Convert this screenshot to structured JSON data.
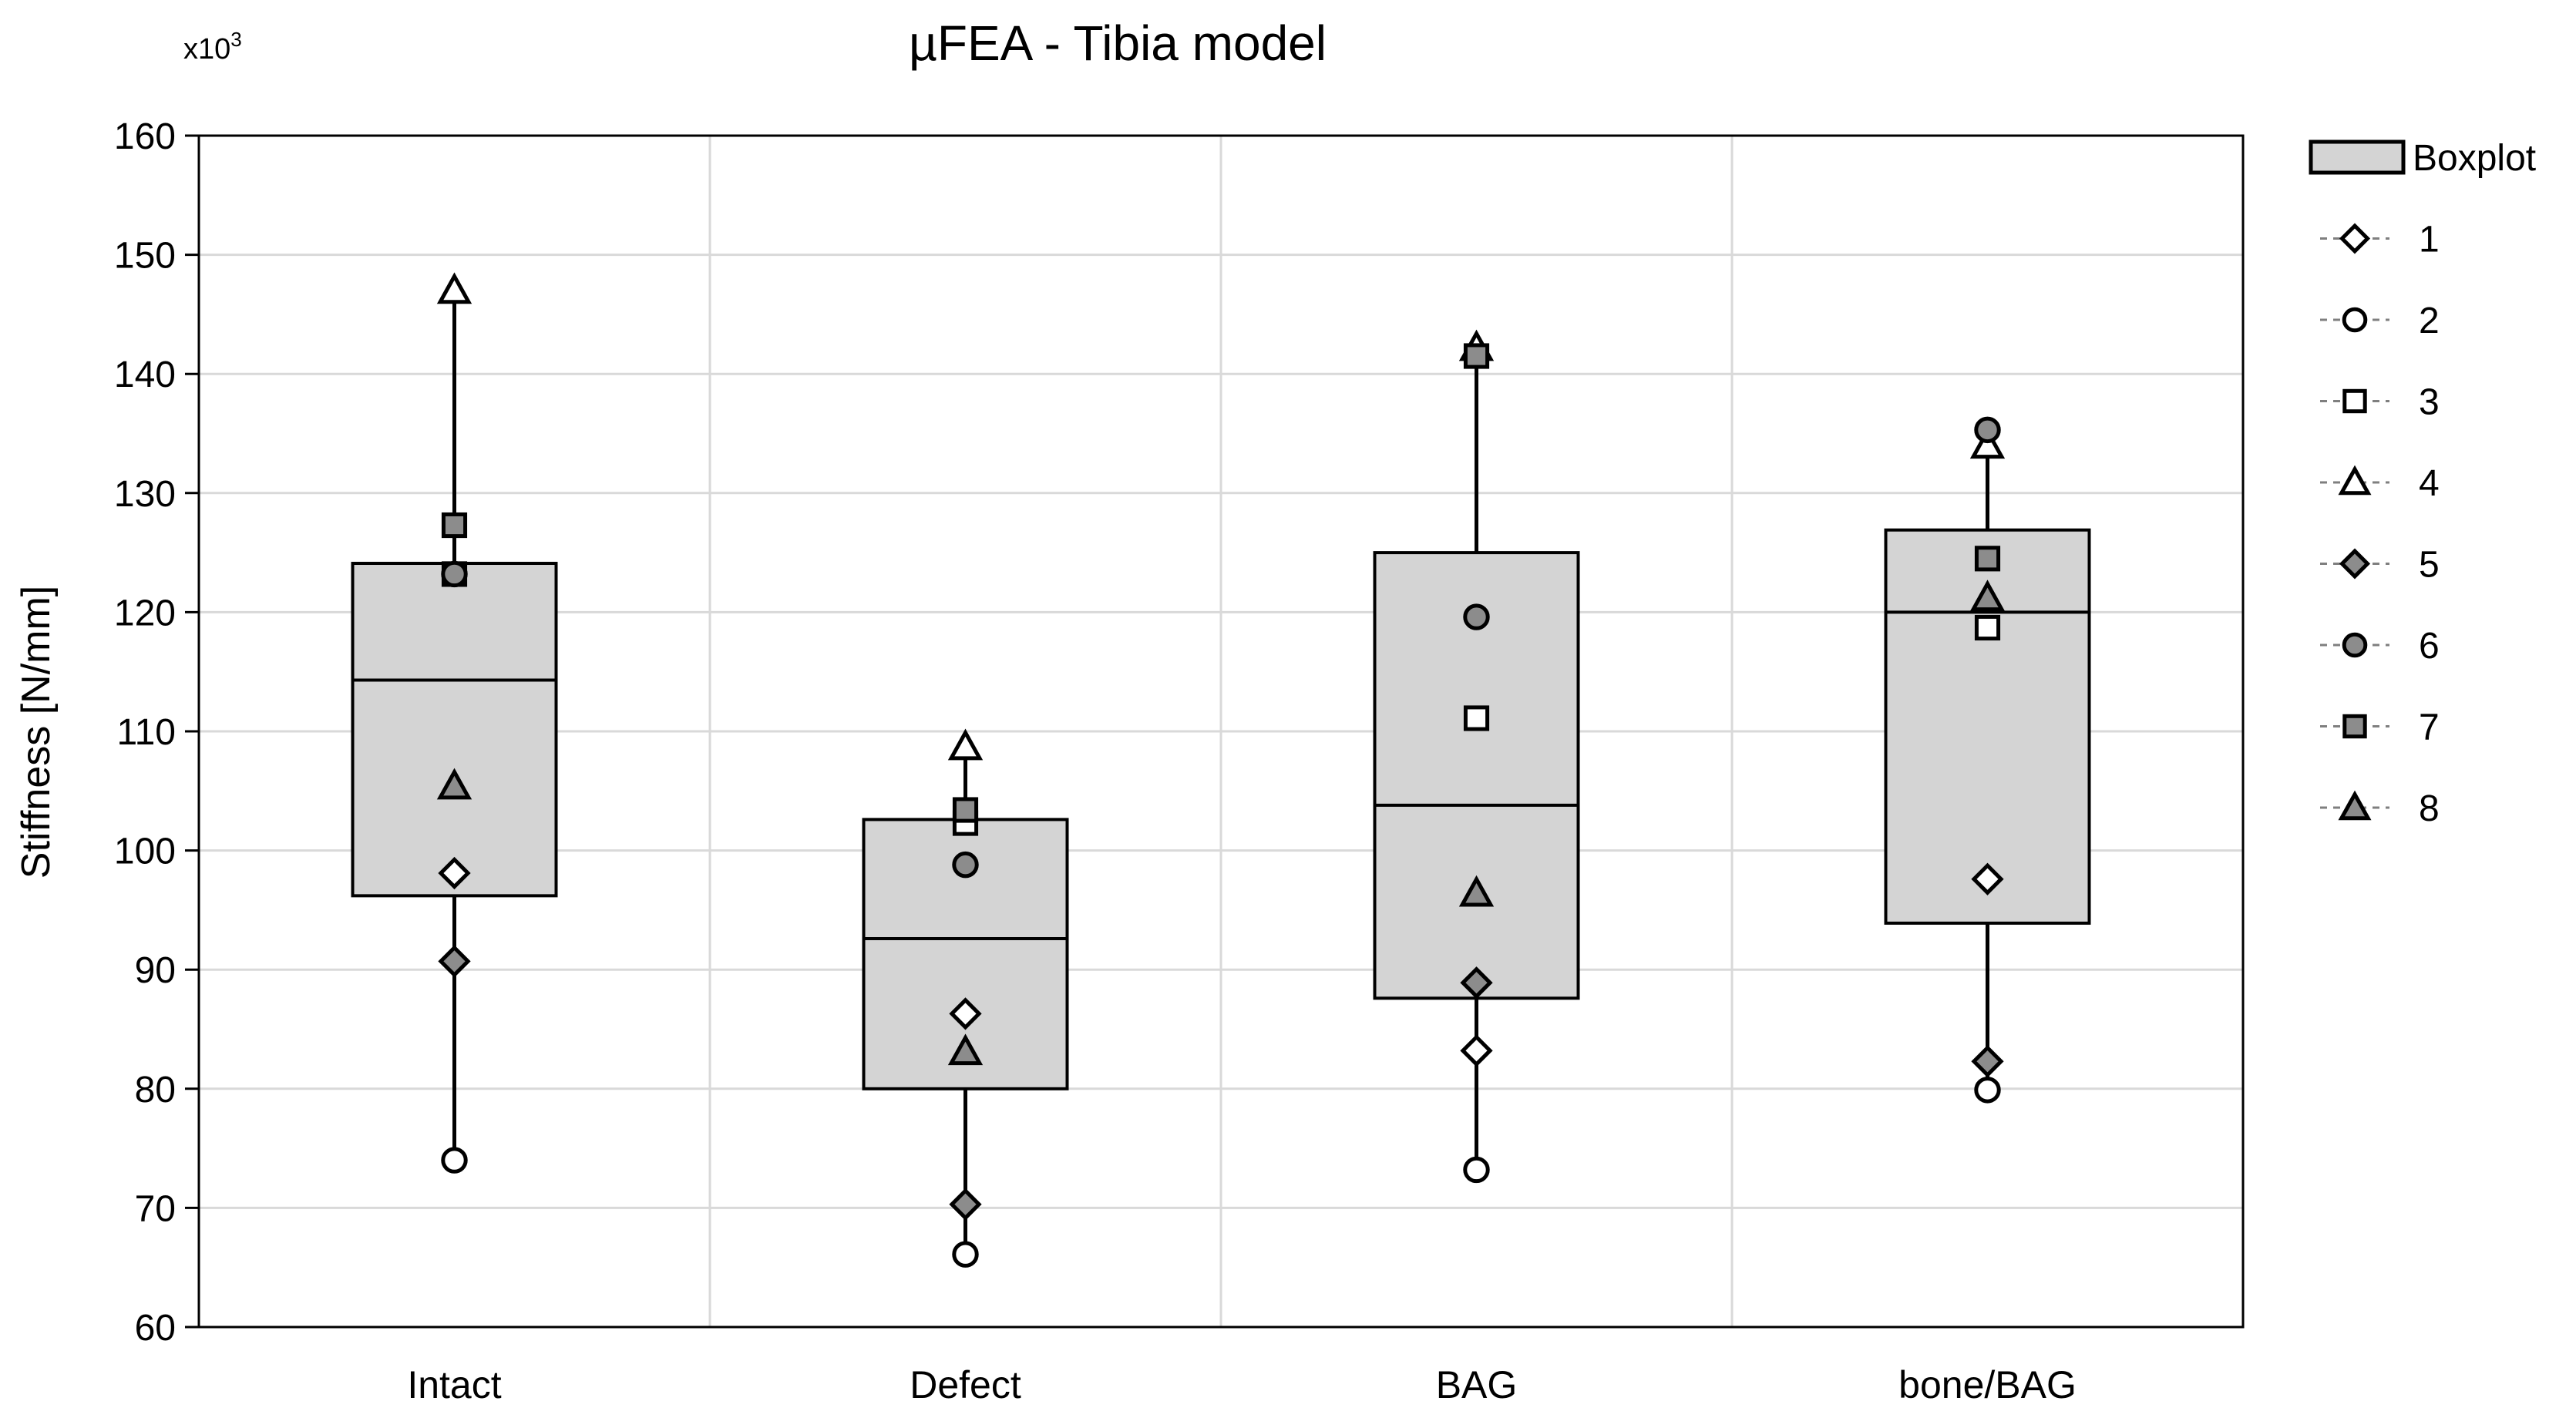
{
  "chart_data": {
    "type": "box",
    "title": "µFEA - Tibia model",
    "exponent_label": "x10",
    "exponent_power": "3",
    "ylabel": "Stiffness [N/mm]",
    "xlabel": "",
    "ylim": [
      60,
      160
    ],
    "yticks": [
      60,
      70,
      80,
      90,
      100,
      110,
      120,
      130,
      140,
      150,
      160
    ],
    "grid": true,
    "legend_position": "right",
    "categories": [
      "Intact",
      "Defect",
      "BAG",
      "bone/BAG"
    ],
    "boxplot_name": "Boxplot",
    "boxes": [
      {
        "whisker_low": 74.0,
        "q1": 96.2,
        "median": 114.3,
        "q3": 124.1,
        "whisker_high": 147.0
      },
      {
        "whisker_low": 66.1,
        "q1": 80.0,
        "median": 92.6,
        "q3": 102.6,
        "whisker_high": 108.7
      },
      {
        "whisker_low": 73.2,
        "q1": 87.6,
        "median": 103.8,
        "q3": 125.0,
        "whisker_high": 142.2
      },
      {
        "whisker_low": 79.9,
        "q1": 93.9,
        "median": 120.0,
        "q3": 126.9,
        "whisker_high": 135.3
      }
    ],
    "series": [
      {
        "name": "1",
        "marker": "diamond",
        "fill": "#ffffff",
        "values": [
          98.1,
          86.3,
          83.2,
          97.6
        ]
      },
      {
        "name": "2",
        "marker": "circle",
        "fill": "#ffffff",
        "values": [
          74.0,
          66.1,
          73.2,
          79.9
        ]
      },
      {
        "name": "3",
        "marker": "square",
        "fill": "#ffffff",
        "values": [
          123.2,
          102.3,
          111.1,
          118.7
        ]
      },
      {
        "name": "4",
        "marker": "triangle",
        "fill": "#ffffff",
        "values": [
          147.0,
          108.7,
          142.2,
          134.0
        ]
      },
      {
        "name": "5",
        "marker": "diamond",
        "fill": "#8c8c8c",
        "values": [
          90.7,
          70.3,
          88.9,
          82.3
        ]
      },
      {
        "name": "6",
        "marker": "circle",
        "fill": "#8c8c8c",
        "values": [
          123.2,
          98.8,
          119.6,
          135.3
        ]
      },
      {
        "name": "7",
        "marker": "square",
        "fill": "#8c8c8c",
        "values": [
          127.3,
          103.4,
          141.5,
          124.5
        ]
      },
      {
        "name": "8",
        "marker": "triangle",
        "fill": "#8c8c8c",
        "values": [
          105.4,
          83.1,
          96.4,
          121.2
        ]
      }
    ],
    "colors": {
      "box_fill": "#d4d4d4",
      "stroke": "#000000",
      "grid": "#d9d9d9",
      "axis": "#000000",
      "legend_line": "#7f7f7f"
    }
  }
}
